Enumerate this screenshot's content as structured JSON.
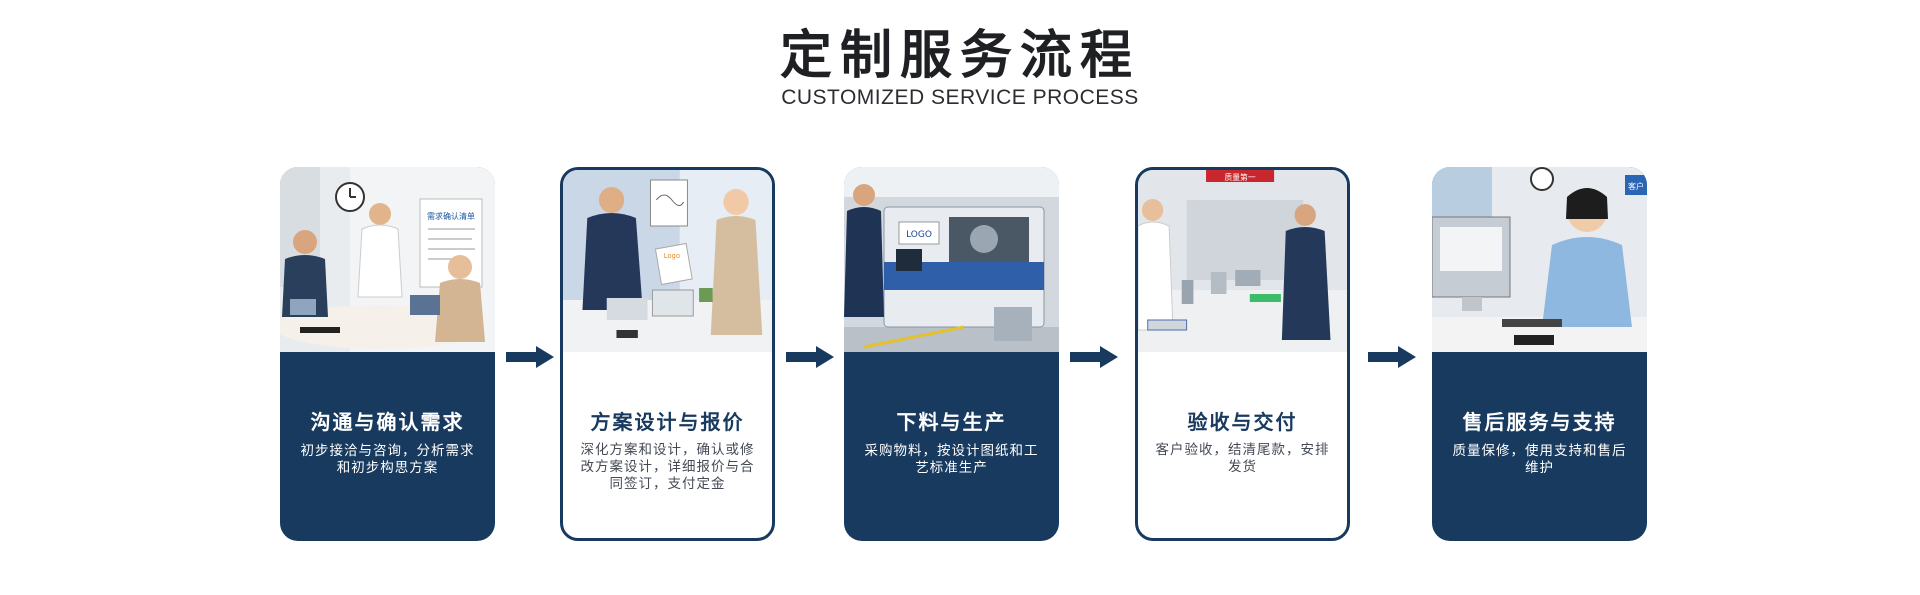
{
  "header": {
    "title": "定制服务流程",
    "subtitle": "CUSTOMIZED SERVICE PROCESS"
  },
  "steps": [
    {
      "title": "沟通与确认需求",
      "description": "初步接洽与咨询，分析需求和初步构思方案",
      "image_text": "需求确认清单"
    },
    {
      "title": "方案设计与报价",
      "description": "深化方案和设计，确认或修改方案设计，详细报价与合同签订，支付定金",
      "image_text": "Logo"
    },
    {
      "title": "下料与生产",
      "description": "采购物料，按设计图纸和工艺标准生产",
      "image_text": "LOGO"
    },
    {
      "title": "验收与交付",
      "description": "客户验收，结清尾款，安排发货",
      "image_text": "质量第一"
    },
    {
      "title": "售后服务与支持",
      "description": "质量保修，使用支持和售后维护",
      "image_text": "客户"
    }
  ],
  "colors": {
    "navy": "#183a5f",
    "white": "#ffffff",
    "title_text": "#1f2024"
  }
}
